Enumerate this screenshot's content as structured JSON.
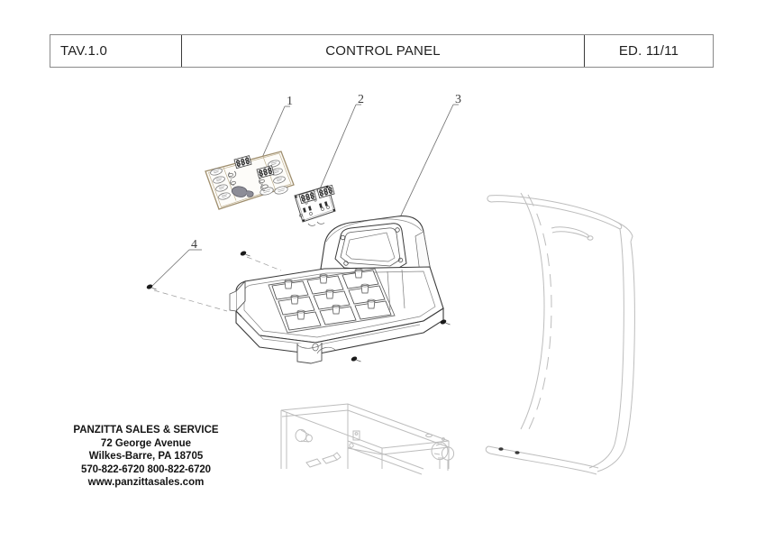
{
  "document": {
    "sheet_title": "CONTROL PANEL",
    "table_number": "TAV.1.0",
    "edition": "ED. 11/11"
  },
  "title_block": {
    "cells": [
      {
        "name": "table-number",
        "value": "TAV.1.0"
      },
      {
        "name": "drawing-title",
        "value": "CONTROL PANEL"
      },
      {
        "name": "edition",
        "value": "ED. 11/11"
      }
    ]
  },
  "callouts": [
    {
      "id": "1",
      "label": "1",
      "target": "membrane-keypad-overlay"
    },
    {
      "id": "2",
      "label": "2",
      "target": "control-board-pcb"
    },
    {
      "id": "3",
      "label": "3",
      "target": "control-panel-housing"
    },
    {
      "id": "4",
      "label": "4",
      "target": "mounting-screw"
    }
  ],
  "parts": [
    {
      "ref": "1",
      "name": "membrane-keypad-overlay"
    },
    {
      "ref": "2",
      "name": "control-board-pcb"
    },
    {
      "ref": "3",
      "name": "control-panel-housing"
    },
    {
      "ref": "4",
      "name": "mounting-screw"
    }
  ],
  "footer": {
    "company": "PANZITTA SALES & SERVICE",
    "street": "72 George Avenue",
    "city_state_zip": "Wilkes-Barre, PA 18705",
    "phones": "570-822-6720    800-822-6720",
    "website": "www.panzittasales.com"
  },
  "colors": {
    "line_dark": "#2b2b2b",
    "line_mid": "#6f6f6f",
    "line_light": "#b9b9b9",
    "keypad_outline": "#a08f6e",
    "fill_grey": "#e9e9ee",
    "background": "#ffffff"
  }
}
